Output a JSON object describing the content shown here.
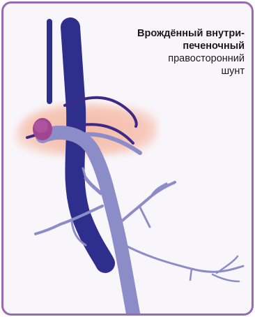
{
  "caption": {
    "bold_line1": "Врождённый внутри-",
    "bold_line2": "печеночный",
    "line3": "правосторонний",
    "line4": "шунт"
  },
  "colors": {
    "frame_border": "#9a6ab0",
    "background": "#f8f6fb",
    "liver_glow": "#f6b8a3",
    "caudal_vena_cava": "#2e2f8c",
    "portal_vein": "#8b8cc8",
    "shunt": "#a0458f",
    "hepatic_branches": "#3b2a86"
  }
}
